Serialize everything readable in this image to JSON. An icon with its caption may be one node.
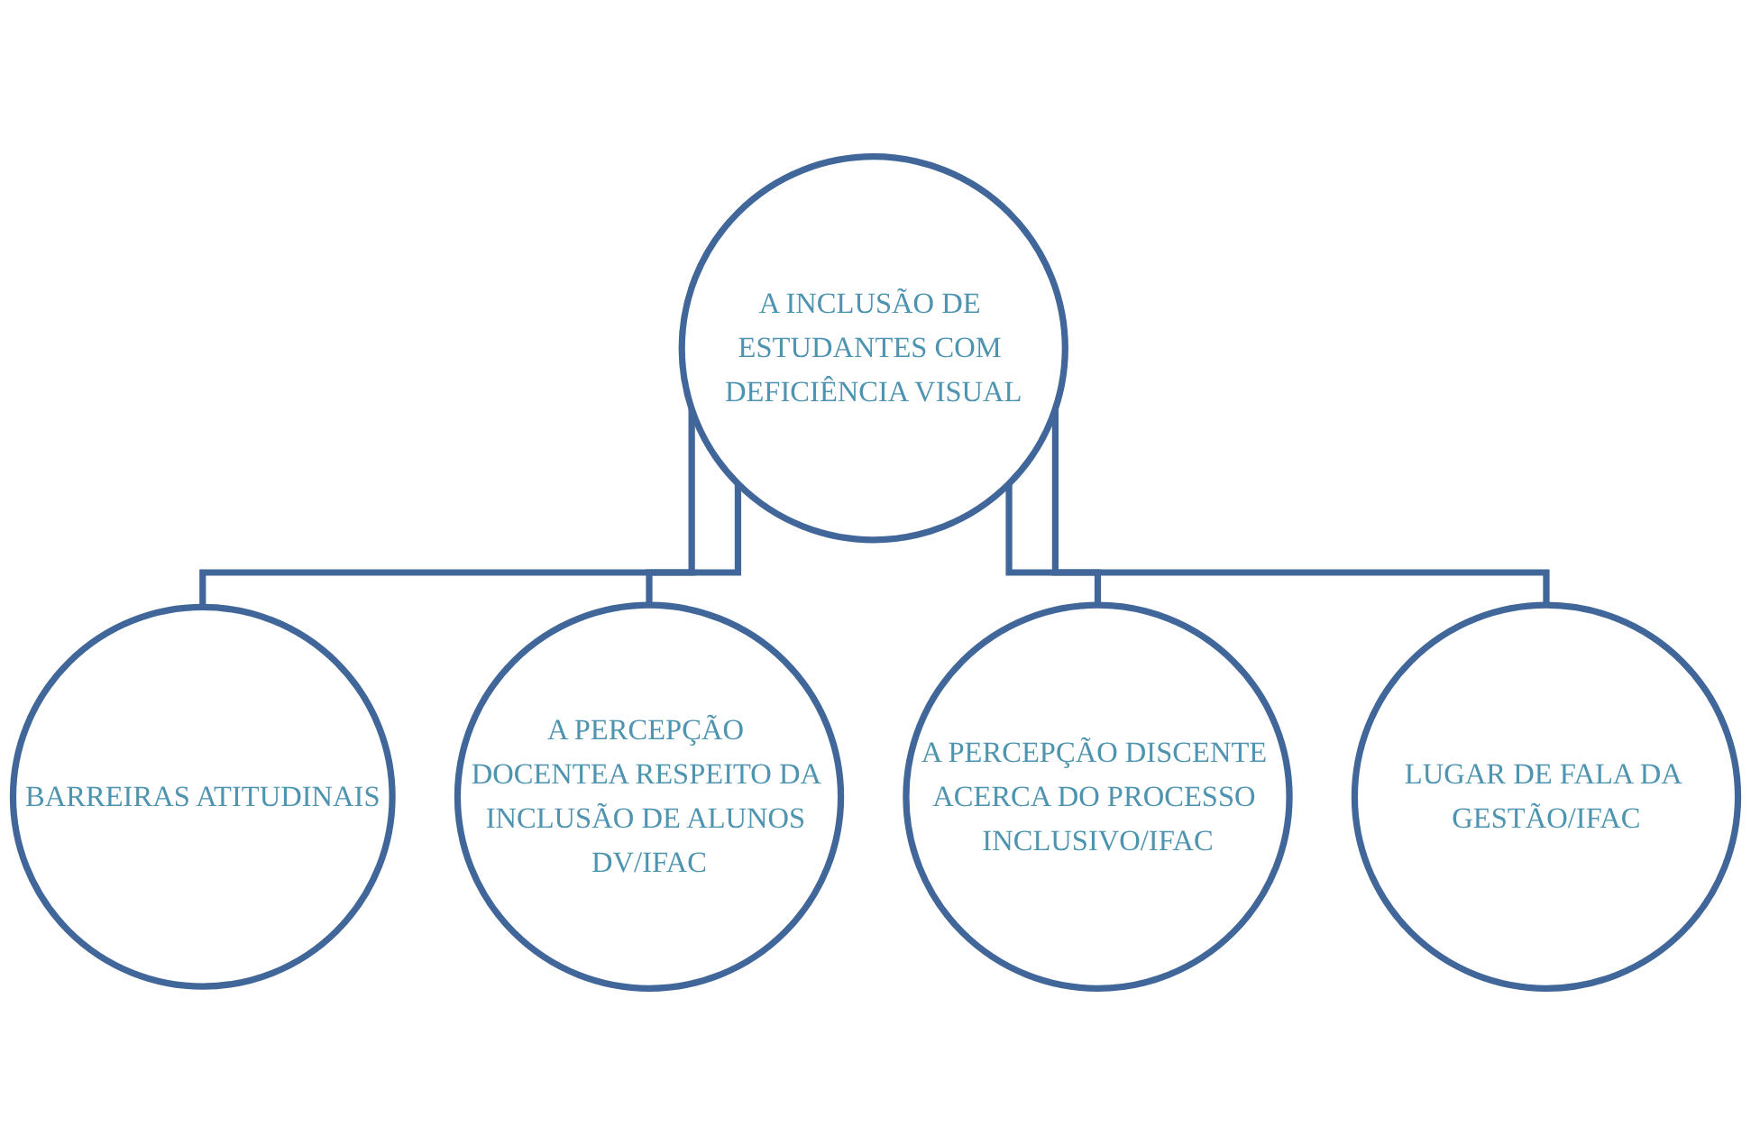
{
  "diagram": {
    "nodes": [
      {
        "text": [
          "A INCLUSÃO DE ESTUDANTES COM DEFICIÊNCIA VISUAL"
        ]
      },
      {
        "text": [
          "BARREIRAS ATITUDINAIS"
        ]
      },
      {
        "text": [
          "A PERCEPÇÃO DOCENTEA RESPEITO DA INCLUSÃO DE ALUNOS DV/IFAC"
        ]
      },
      {
        "text": [
          "A PERCEPÇÃO DISCENTE ACERCA DO PROCESSO INCLUSIVO/IFAC"
        ]
      },
      {
        "text": [
          "LUGAR DE FALA DA GESTÃO/IFAC"
        ]
      }
    ],
    "edges": [
      {
        "from": 0,
        "to": 1,
        "arrow": "none"
      },
      {
        "from": 0,
        "to": 2,
        "arrow": "none"
      },
      {
        "from": 0,
        "to": 3,
        "arrow": "none"
      },
      {
        "from": 0,
        "to": 4,
        "arrow": "none"
      }
    ]
  }
}
